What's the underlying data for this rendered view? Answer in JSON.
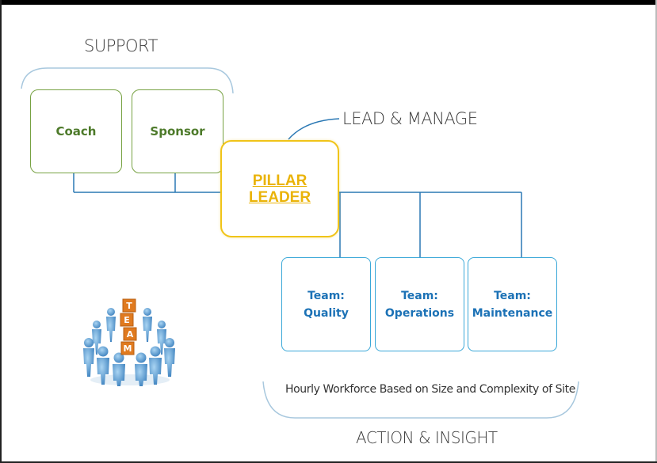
{
  "labels": {
    "support": "SUPPORT",
    "lead_manage": "LEAD & MANAGE",
    "action_insight": "ACTION & INSIGHT",
    "workforce": "Hourly Workforce Based on Size and Complexity of Site"
  },
  "support_boxes": {
    "coach": "Coach",
    "sponsor": "Sponsor"
  },
  "leader": {
    "text": "PILLAR\nLEADER"
  },
  "teams": {
    "quality": "Team:\nQuality",
    "operations": "Team:\nOperations",
    "maintenance": "Team:\nMaintenance"
  },
  "team_cube_letters": [
    "T",
    "E",
    "A",
    "M"
  ],
  "colors": {
    "green_border": "#77a243",
    "green_text": "#4d7a2a",
    "blue_border": "#3aa8d8",
    "blue_text": "#1c72b6",
    "leader_border": "#f0c419",
    "leader_text": "#eab308",
    "connector": "#2a78b4",
    "bracket": "#a8c8de"
  },
  "icons": {
    "team_circle": "team-people-circle-icon"
  }
}
